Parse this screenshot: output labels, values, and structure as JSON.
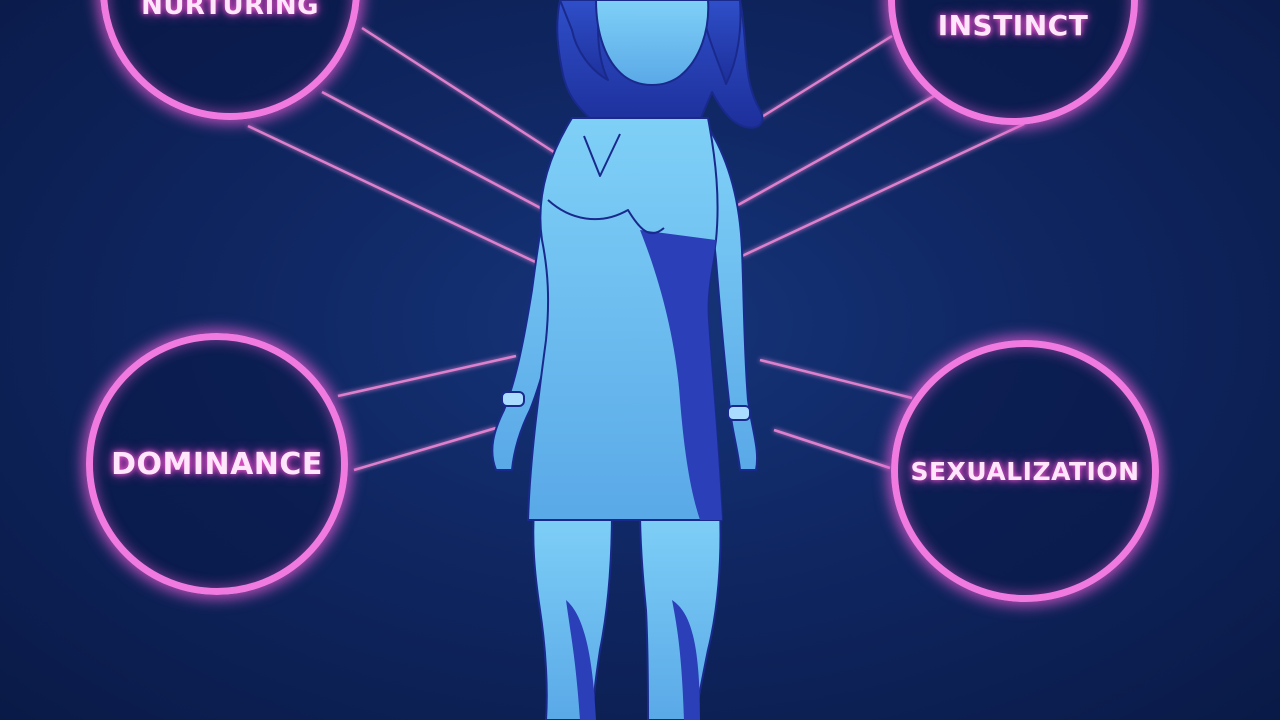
{
  "diagram": {
    "nodes": [
      {
        "id": "nurturing",
        "label": "NURTURING"
      },
      {
        "id": "instinct",
        "label": "INSTINCT"
      },
      {
        "id": "dominance",
        "label": "DOMINANCE"
      },
      {
        "id": "sexualization",
        "label": "SEXUALIZATION"
      }
    ]
  },
  "colors": {
    "background": "#0f2661",
    "node_ring": "#f07ae0",
    "connector": "#f58ad8",
    "figure": "#7ec8f5"
  },
  "figure": {
    "description_icon": "standing-figure-illustration"
  }
}
